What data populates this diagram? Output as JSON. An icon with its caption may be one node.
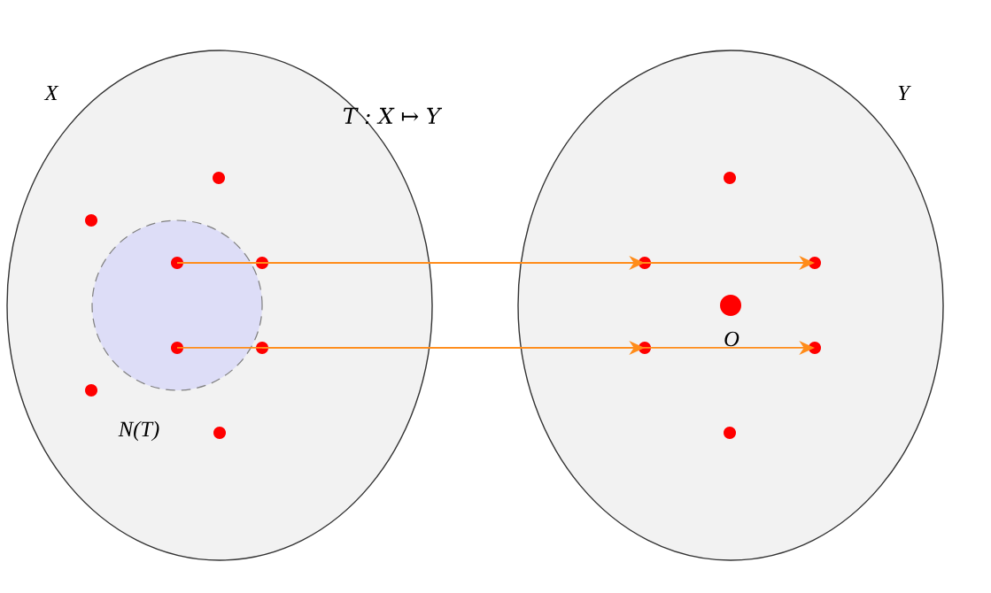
{
  "diagram": {
    "nodes": [
      {
        "text": [
          "X"
        ]
      },
      {
        "text": [
          "N(T)"
        ],
        "in": 0
      },
      {
        "text": [],
        "shape": "circle",
        "in": 0
      },
      {
        "text": [],
        "shape": "circle",
        "in": 0
      },
      {
        "text": [],
        "shape": "circle",
        "in": 1
      },
      {
        "text": [],
        "shape": "circle",
        "in": 0
      },
      {
        "text": [],
        "shape": "circle",
        "in": 1
      },
      {
        "text": [],
        "shape": "circle",
        "in": 0
      },
      {
        "text": [],
        "shape": "circle",
        "in": 0
      },
      {
        "text": [],
        "shape": "circle",
        "in": 0
      },
      {
        "text": [
          "Y"
        ]
      },
      {
        "text": [],
        "shape": "circle",
        "in": 10
      },
      {
        "text": [],
        "shape": "circle",
        "in": 10
      },
      {
        "text": [],
        "shape": "circle",
        "in": 10
      },
      {
        "text": [],
        "shape": "circle",
        "in": 10,
        "beside": [
          "O"
        ]
      },
      {
        "text": [],
        "shape": "circle",
        "in": 10
      },
      {
        "text": [],
        "shape": "circle",
        "in": 10
      },
      {
        "text": [],
        "shape": "circle",
        "in": 10
      }
    ],
    "edges": [
      {
        "from": 4,
        "to": 12,
        "arrow": "to"
      },
      {
        "from": 5,
        "to": 13,
        "arrow": "to"
      },
      {
        "from": 6,
        "to": 15,
        "arrow": "to"
      },
      {
        "from": 7,
        "to": 16,
        "arrow": "to"
      }
    ],
    "labels": [
      "T : X ↦ Y"
    ]
  }
}
